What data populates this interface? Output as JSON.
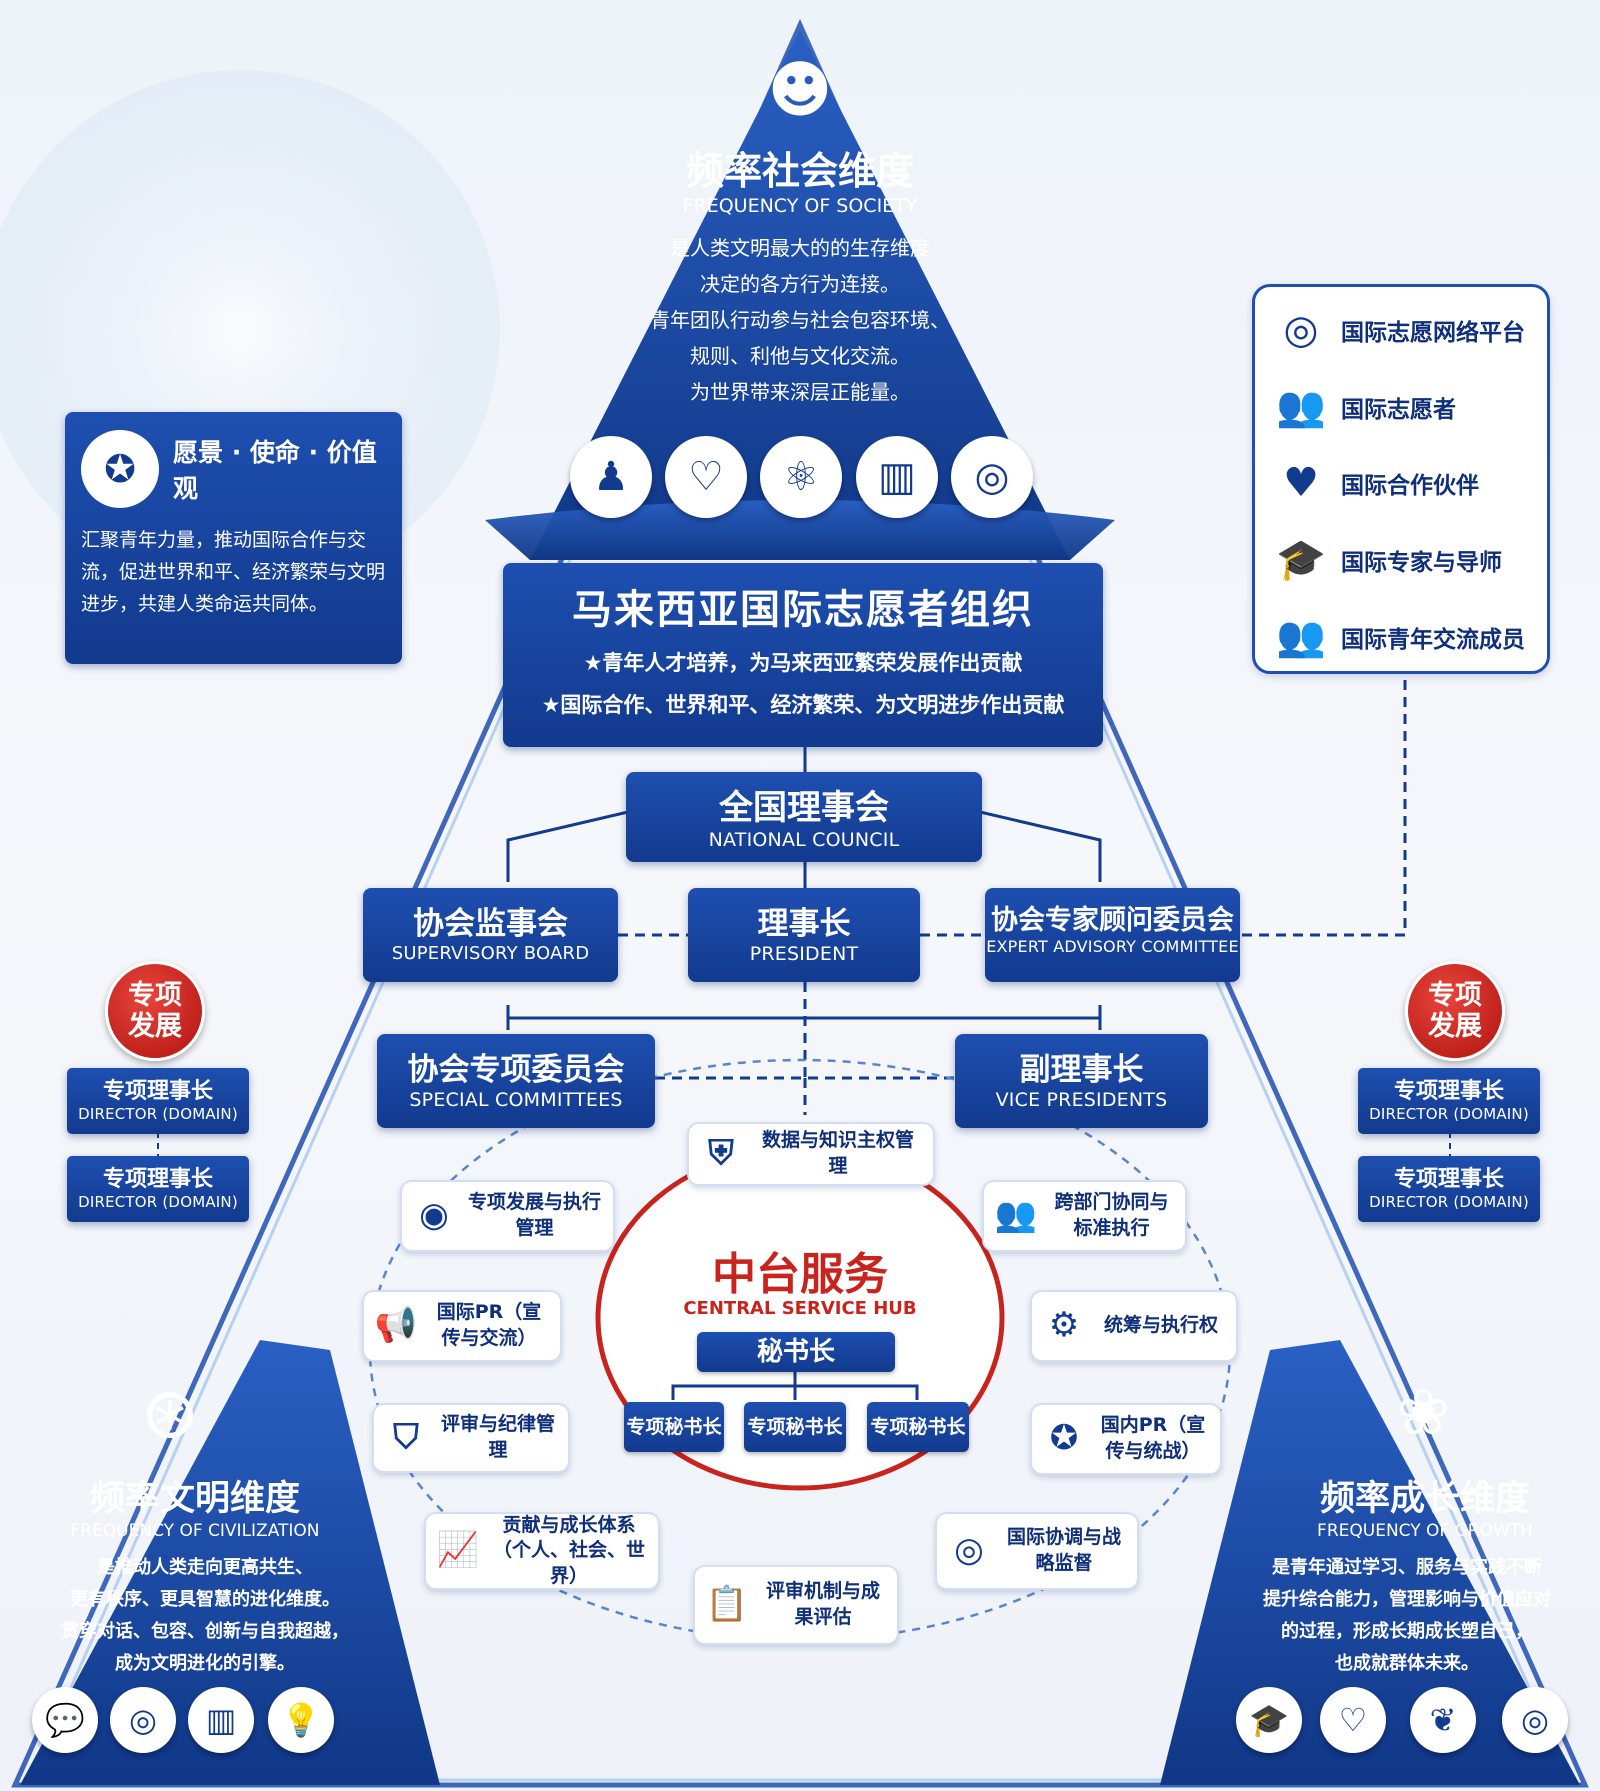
{
  "society": {
    "title": "频率社会维度",
    "subtitle": "FREQUENCY OF SOCIETY",
    "lines": [
      "是人类文明最大的的生存维度",
      "决定的各方行为连接。",
      "青年团队行动参与社会包容环境、",
      "规则、利他与文化交流。",
      "为世界带来深层正能量。"
    ],
    "icons": [
      "people-star-icon",
      "handshake-heart-icon",
      "atom-icon",
      "book-icon",
      "globe-icon"
    ]
  },
  "vision": {
    "title": "愿景 · 使命 · 价值观",
    "text": "汇聚青年力量，推动国际合作与交流，促进世界和平、经济繁荣与文明进步，共建人类命运共同体。"
  },
  "legend": {
    "items": [
      {
        "icon": "globe-icon",
        "label": "国际志愿网络平台"
      },
      {
        "icon": "group-icon",
        "label": "国际志愿者"
      },
      {
        "icon": "handshake-heart-icon",
        "label": "国际合作伙伴"
      },
      {
        "icon": "graduation-cap-icon",
        "label": "国际专家与导师"
      },
      {
        "icon": "group-icon",
        "label": "国际青年交流成员"
      }
    ]
  },
  "org": {
    "title": "马来西亚国际志愿者组织",
    "line1": "★青年人才培养，为马来西亚繁荣发展作出贡献",
    "line2": "★国际合作、世界和平、经济繁荣、为文明进步作出贡献"
  },
  "council": {
    "cn": "全国理事会",
    "en": "NATIONAL COUNCIL"
  },
  "supervisory": {
    "cn": "协会监事会",
    "en": "SUPERVISORY BOARD"
  },
  "president": {
    "cn": "理事长",
    "en": "PRESIDENT"
  },
  "expert": {
    "cn": "协会专家顾问委员会",
    "en": "EXPERT ADVISORY COMMITTEE"
  },
  "special": {
    "cn": "协会专项委员会",
    "en": "SPECIAL COMMITTEES"
  },
  "vice": {
    "cn": "副理事长",
    "en": "VICE PRESIDENTS"
  },
  "badge": {
    "line1": "专项",
    "line2": "发展"
  },
  "director": {
    "cn": "专项理事长",
    "en": "DIRECTOR (DOMAIN)"
  },
  "hub": {
    "title": "中台服务",
    "subtitle": "CENTRAL SERVICE HUB",
    "secretary": "秘书长",
    "subs": [
      "专项秘书长",
      "专项秘书长",
      "专项秘书长"
    ]
  },
  "services": {
    "data": "数据与知识主权管理",
    "dev": "专项发展与执行管理",
    "cross": "跨部门协同与标准执行",
    "pr": "国际PR（宣传与交流）",
    "coord": "统筹与执行权",
    "review": "评审与纪律管理",
    "dpr": "国内PR（宣传与统战）",
    "growth": "贡献与成长体系（个人、社会、世界）",
    "intl": "国际协调与战略监督",
    "eval": "评审机制与成果评估"
  },
  "civilization": {
    "title": "频率文明维度",
    "subtitle": "FREQUENCY OF CIVILIZATION",
    "lines": [
      "是推动人类走向更高共生、",
      "更有秩序、更具智慧的进化维度。",
      "贯穿对话、包容、创新与自我超越，",
      "成为文明进化的引擎。"
    ],
    "icons": [
      "chat-icon",
      "globe-icon",
      "book-icon",
      "lightbulb-icon"
    ]
  },
  "growth": {
    "title": "频率成长维度",
    "subtitle": "FREQUENCY OF GROWTH",
    "lines": [
      "是青年通过学习、服务与实践不断",
      "提升综合能力，管理影响与价值应对",
      "的过程，形成长期成长塑自己，",
      "也成就群体未来。"
    ],
    "icons": [
      "graduation-cap-icon",
      "handshake-heart-icon",
      "sprout-icon",
      "globe-icon"
    ]
  },
  "colors": {
    "navy": "#123a8e",
    "blue": "#1e4fb0",
    "red": "#c8231c",
    "light": "#eef3f9"
  }
}
